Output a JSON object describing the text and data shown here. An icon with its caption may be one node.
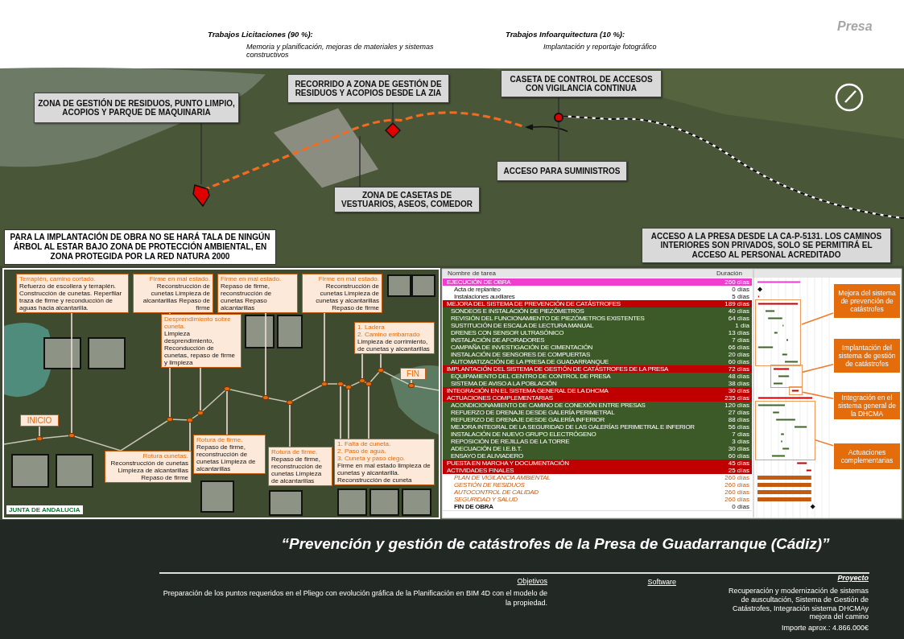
{
  "diagram": {
    "title": "“Prevención y gestión de catástrofes de la Presa de Guadarranque (Cádiz)”",
    "nodes": [
      {
        "text": [
          "ZONA DE GESTIÓN DE RESIDUOS, PUNTO LIMPIO, ACOPIOS Y PARQUE DE MAQUINARIA"
        ]
      },
      {
        "text": [
          "RECORRIDO A ZONA DE GESTIÓN DE RESIDUOS Y ACOPIOS DESDE LA ZIA"
        ]
      },
      {
        "text": [
          "CASETA DE CONTROL DE ACCESOS CON VIGILANCIA CONTINUA"
        ]
      },
      {
        "text": [],
        "shape": "pin"
      },
      {
        "text": [],
        "shape": "diamond"
      },
      {
        "text": [],
        "shape": "circle"
      },
      {
        "text": [
          "ACCESO PARA SUMINISTROS"
        ]
      },
      {
        "text": [
          "ZONA DE CASETAS DE VESTUARIOS, ASEOS, COMEDOR"
        ]
      },
      {
        "text": [
          "ACCESO A LA PRESA DESDE LA CA-P-5131. LOS CAMINOS INTERIORES SON PRIVADOS, SOLO SE PERMITIRÁ EL ACCESO AL PERSONAL ACREDITADO"
        ]
      },
      {
        "text": [
          "PARA LA IMPLANTACIÓN DE OBRA NO SE HARÁ TALA DE NINGÚN ÁRBOL AL ESTAR BAJO ZONA DE PROTECCIÓN AMBIENTAL, EN ZONA PROTEGIDA POR LA RED NATURA 2000"
        ]
      },
      {
        "text": [
          "INICIO"
        ]
      },
      {
        "text": [
          "Terraplén, camino cortado.",
          "Refuerzo de escollera y terraplén. Construcción de cunetas. Reperfilar traza de firme y reconducción de aguas hacia alcantarilla."
        ]
      },
      {
        "text": [
          "Firme en mal estado.",
          "Reconstrucción de cunetas Limpieza de alcantarillas Repaso de firme"
        ]
      },
      {
        "text": [
          "Desprendimiento sobre cuneta.",
          "Limpieza desprendimiento, Reconducción de cunetas, repaso de firme y limpieza"
        ]
      },
      {
        "text": [
          "Rotura cunetas.",
          "Reconstrucción de cunetas Limpieza de alcantarillas Repaso de firme"
        ]
      },
      {
        "text": [
          "Firme en mal estado.",
          "Repaso de firme, reconstrucción de cunetas Repaso alcantarillas"
        ]
      },
      {
        "text": [
          "Rotura de firme.",
          "Repaso de firme, reconstrucción de cunetas Limpieza de alcantarillas"
        ]
      },
      {
        "text": [
          "Firme en mal estado.",
          "Reconstrucción de cunetas Limpieza de cunetas y alcantarillas Repaso de firme"
        ]
      },
      {
        "text": [
          "Rotura de firme.",
          "Repaso de firme, reconstrucción de cunetas Limpieza de alcantarillas"
        ]
      },
      {
        "text": [
          "1. Ladera",
          "2. Camino embarrado",
          "Limpieza de corrimiento, de cunetas y alcantarillas"
        ]
      },
      {
        "text": [
          "1. Falta de cuneta.",
          "2. Paso de agua.",
          "3. Cuneta y paso ciego.",
          "Firme en mal estado limpieza de cunetas y alcantarilla. Reconstrucción de cuneta"
        ]
      },
      {
        "text": [
          "FIN"
        ]
      },
      {
        "text": [],
        "shape": "circle"
      },
      {
        "text": [],
        "shape": "circle"
      },
      {
        "text": [],
        "shape": "circle"
      },
      {
        "text": [],
        "shape": "circle"
      },
      {
        "text": [],
        "shape": "circle"
      },
      {
        "text": [],
        "shape": "circle"
      },
      {
        "text": [],
        "shape": "circle"
      },
      {
        "text": [],
        "shape": "circle"
      },
      {
        "text": [],
        "shape": "circle"
      },
      {
        "text": [],
        "shape": "circle"
      },
      {
        "text": [],
        "shape": "circle"
      },
      {
        "text": [],
        "shape": "circle"
      },
      {
        "text": [],
        "shape": "circle"
      },
      {
        "text": [],
        "shape": "circle"
      },
      {
        "text": [],
        "shape": "circle"
      },
      {
        "text": [],
        "shape": "box"
      },
      {
        "text": [],
        "shape": "box"
      },
      {
        "text": [],
        "shape": "box"
      },
      {
        "text": [],
        "shape": "box"
      },
      {
        "text": [
          "Mejora del sistema de prevención de catástrofes"
        ]
      },
      {
        "text": [
          "Implantación del sistema de gestión de catástrofes"
        ]
      },
      {
        "text": [
          "Integración en el sistema general de la DHCMA"
        ]
      },
      {
        "text": [
          "Actuaciones complementarias"
        ]
      }
    ],
    "edges": [
      {
        "from": 0,
        "to": 3,
        "arrow": "none",
        "color": "#333333"
      },
      {
        "from": 1,
        "to": 4,
        "arrow": "none",
        "color": "#333333"
      },
      {
        "from": 2,
        "to": 5,
        "arrow": "none",
        "color": "#333333"
      },
      {
        "from": 6,
        "to": 5,
        "arrow": "none",
        "color": "#333333"
      },
      {
        "from": 7,
        "to": null,
        "arrow": "none",
        "color": "#333333"
      },
      {
        "from": 10,
        "to": 22,
        "arrow": "none"
      },
      {
        "from": 11,
        "to": 23,
        "arrow": "none"
      },
      {
        "from": 12,
        "to": 24,
        "arrow": "none"
      },
      {
        "from": 14,
        "to": 25,
        "arrow": "none"
      },
      {
        "from": 13,
        "to": 26,
        "arrow": "none"
      },
      {
        "from": 16,
        "to": 27,
        "arrow": "none"
      },
      {
        "from": 15,
        "to": 28,
        "arrow": "none"
      },
      {
        "from": 18,
        "to": 29,
        "arrow": "none"
      },
      {
        "from": 17,
        "to": 30,
        "arrow": "none"
      },
      {
        "from": 20,
        "to": 31,
        "arrow": "none"
      },
      {
        "from": 20,
        "to": 32,
        "arrow": "none"
      },
      {
        "from": 19,
        "to": 33,
        "arrow": "none"
      },
      {
        "from": 20,
        "to": 34,
        "arrow": "none"
      },
      {
        "from": 19,
        "to": 35,
        "arrow": "none"
      },
      {
        "from": 21,
        "to": 36,
        "arrow": "none"
      },
      {
        "from": 41,
        "to": 37,
        "arrow": "none",
        "color": "#ed7d31"
      },
      {
        "from": 42,
        "to": 38,
        "arrow": "none",
        "color": "#ed7d31"
      },
      {
        "from": 43,
        "to": 39,
        "arrow": "none",
        "color": "#ed7d31"
      },
      {
        "from": 44,
        "to": 40,
        "arrow": "none",
        "color": "#ed7d31"
      }
    ],
    "labels": [
      "Trabajos Licitaciones (90 %):",
      "Memoria y planificación, mejoras de materiales y sistemas constructivos",
      "Trabajos Infoarquitectura (10 %):",
      "Implantación y reportaje fotográfico",
      "Presa",
      "JUNTA DE ANDALUCIA",
      "Nombre de tarea",
      "Duración",
      "EJECUCIÓN DE OBRA",
      "260 días",
      "Acta de replanteo",
      "0 días",
      "Instalaciones auxiliares",
      "5 días",
      "MEJORA DEL SISTEMA DE PREVENCIÓN DE CATÁSTROFES",
      "189 días",
      "SONDEOS E INSTALACIÓN DE PIEZÓMETROS",
      "40 días",
      "REVISIÓN DEL FUNCIONAMIENTO DE PIEZÓMETROS EXISTENTES",
      "64 días",
      "SUSTITUCIÓN DE ESCALA DE LECTURA MANUAL",
      "1 día",
      "DRENES CON SENSOR ULTRASÓNICO",
      "13 días",
      "INSTALACIÓN DE AFORADORES",
      "7 días",
      "CAMPAÑA DE INVESTIGACIÓN DE CIMENTACIÓN",
      "66 días",
      "INSTALACIÓN DE SENSORES DE COMPUERTAS",
      "20 días",
      "AUTOMATIZACIÓN DE LA PRESA DE GUADARRANQUE",
      "60 días",
      "IMPLANTACIÓN DEL SISTEMA DE GESTIÓN DE CATÁSTROFES DE LA PRESA",
      "72 días",
      "EQUIPAMIENTO DEL CENTRO DE CONTROL DE PRESA",
      "48 días",
      "SISTEMA DE AVISO A LA POBLACIÓN",
      "38 días",
      "INTEGRACIÓN EN EL SISTEMA GENERAL DE LA DHCMA",
      "30 días",
      "ACTUACIONES COMPLEMENTARIAS",
      "235 días",
      "ACONDICIONAMIENTO DE CAMINO DE CONEXIÓN ENTRE PRESAS",
      "120 días",
      "REFUERZO DE DRENAJE DESDE GALERÍA PERIMETRAL",
      "27 días",
      "REFUERZO DE DRENAJE DESDE GALERÍA INFERIOR",
      "88 días",
      "MEJORA INTEGRAL DE LA SEGURIDAD DE LAS GALERÍAS PERIMETRAL E INFERIOR",
      "56 días",
      "INSTALACIÓN DE NUEVO GRUPO ELECTRÓGENO",
      "7 días",
      "REPOSICIÓN DE REJILLAS DE LA TORRE",
      "3 días",
      "ADECUACIÓN DE I.E.B.T.",
      "30 días",
      "ENSAYO DE ALIVIADERO",
      "60 días",
      "PUESTA EN MARCHA Y DOCUMENTACIÓN",
      "45 días",
      "ACTIVIDADES FINALES",
      "25 días",
      "PLAN DE VIGILANCIA AMBIENTAL",
      "260 días",
      "GESTIÓN DE RESIDUOS",
      "260 días",
      "AUTOCONTROL DE CALIDAD",
      "260 días",
      "SEGURIDAD Y SALUD",
      "260 días",
      "FIN DE OBRA",
      "0 días",
      "Objetivos",
      "Preparación de los puntos requeridos en el Pliego con evolución gráfica de la Planificación en BIM 4D con el modelo de la propiedad.",
      "Software",
      "Proyecto",
      "Recuperación y modernización de sistemas de auscultación, Sistema de Gestión de Catástrofes, Integración sistema DHCMAy mejora del camino",
      "Importe aprox.: 4.866.000€"
    ]
  }
}
